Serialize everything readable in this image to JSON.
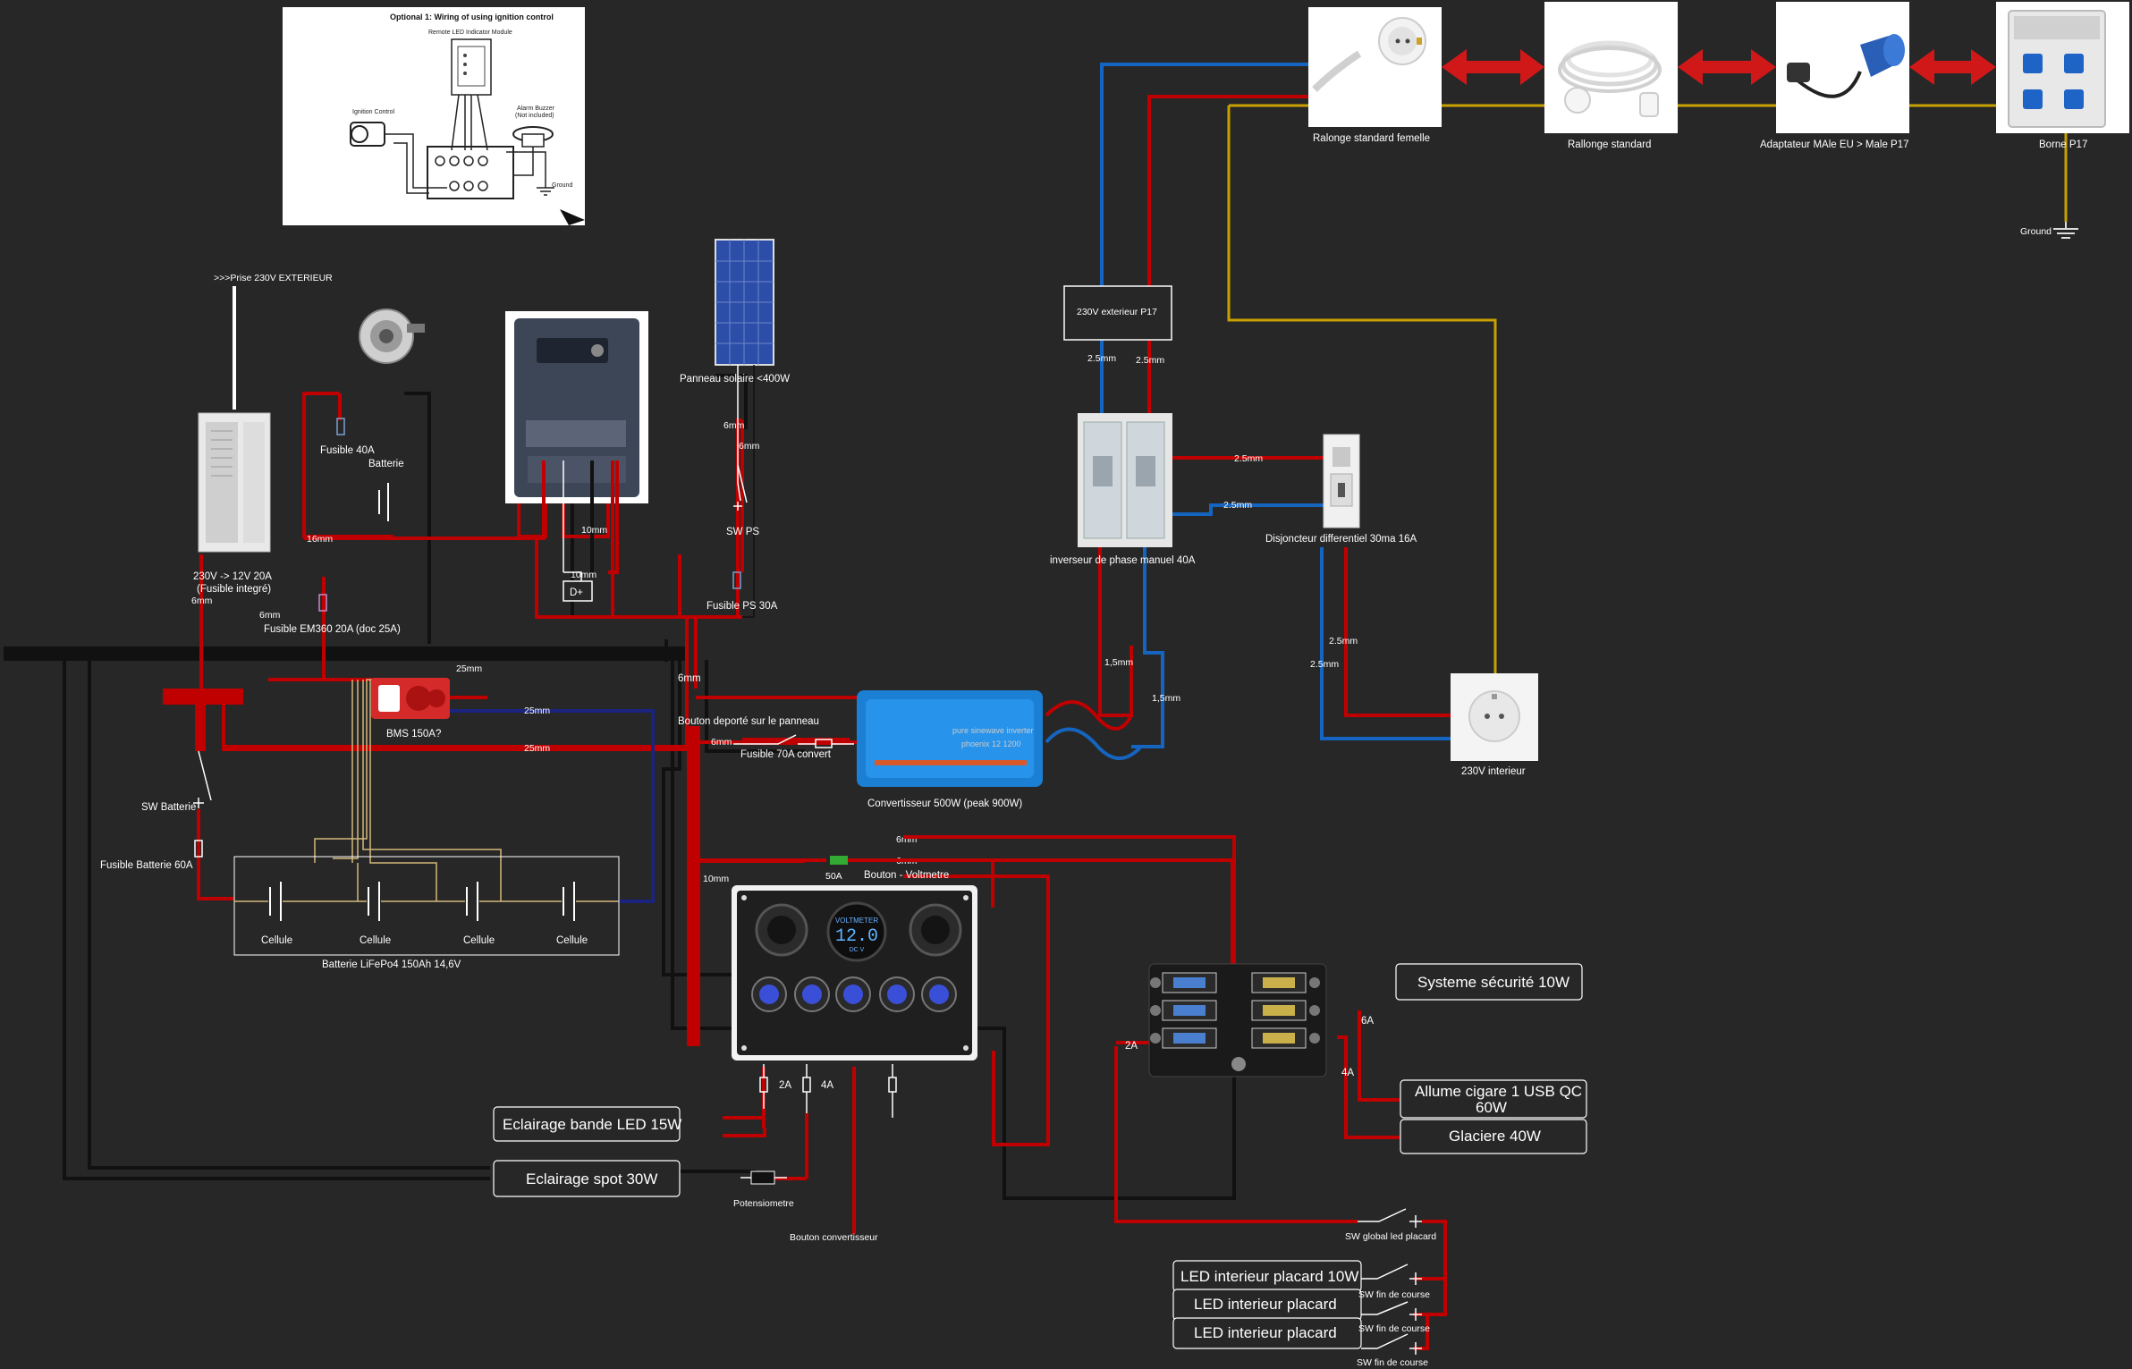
{
  "inset": {
    "title": "Optional 1: Wiring of using ignition control",
    "module_label": "Remote LED Indicator Module",
    "ignition_label": "Ignition Control",
    "buzzer_label": "Alarm Buzzer",
    "buzzer_note": "(Not included)",
    "ground_label": "Ground",
    "colon": ":"
  },
  "mains_chain": {
    "socket_label": "Ralonge standard femelle",
    "reel_label": "Rallonge standard",
    "adapter_label": "Adaptateur MAle EU > Male P17",
    "borne_label": "Borne P17",
    "ground_label": "Ground"
  },
  "labels": {
    "prise_ext": ">>>Prise 230V EXTERIEUR",
    "charger_line1": "230V -> 12V 20A",
    "charger_line2": "(Fusible integré)",
    "fusible_40a": "Fusible 40A",
    "batterie": "Batterie",
    "panneau": "Panneau solaire <400W",
    "sw_ps": "SW PS",
    "fusible_ps": "Fusible PS 30A",
    "d_plus": "D+",
    "fusible_em360": "Fusible EM360 20A (doc 25A)",
    "bms": "BMS 150A?",
    "sw_batterie": "SW Batterie",
    "fusible_batt": "Fusible Batterie 60A",
    "batterie_pack": "Batterie LiFePo4 150Ah 14,6V",
    "cellule": "Cellule",
    "p17_ext": "230V exterieur P17",
    "inverseur": "inverseur de phase manuel 40A",
    "disjoncteur": "Disjoncteur differentiel 30ma 16A",
    "bouton_deporte": "Bouton deporté sur le panneau",
    "fusible_70a": "Fusible 70A convert",
    "convertisseur": "Convertisseur 500W (peak 900W)",
    "prise_int": "230V interieur",
    "fuse_50a": "50A",
    "bouton_voltmetre": "Bouton - Voltmetre",
    "potentiometre": "Potensiometre",
    "bouton_convertisseur": "Bouton convertisseur",
    "sw_global": "SW global led placard",
    "sw_fin_course": "SW fin de course",
    "voltmeter_reading": "12.0",
    "voltmeter_title": "VOLTMETER",
    "voltmeter_unit": "DC  V",
    "fuse_6a": "6A",
    "fuse_4a_block": "4A",
    "fuse_2a_block": "2A",
    "fuse_2a": "2A",
    "fuse_4a": "4A",
    "gauge_6mm": "6mm",
    "gauge_16mm": "16mm",
    "gauge_10mm": "10mm",
    "gauge_25mm": "25mm",
    "gauge_2_5mm": "2.5mm",
    "gauge_1_5mm": "1,5mm"
  },
  "boxes": {
    "systeme_securite": "Systeme sécurité 10W",
    "allume_cigare": "Allume cigare 1 USB QC 60W",
    "glaciere": "Glaciere 40W",
    "eclairage_led": "Eclairage bande LED 15W",
    "eclairage_spot": "Eclairage spot 30W",
    "led_placard_10w": "LED interieur placard 10W",
    "led_placard": "LED interieur placard"
  },
  "colors": {
    "background": "#272727",
    "positive_wire": "#c00000",
    "negative_wire": "#111111",
    "phase_blue": "#1565c0",
    "earth_yellow": "#c8a000",
    "arrow_red": "#d01818",
    "bms_blue": "#1a237e",
    "cell_wire": "#d4b87a"
  }
}
